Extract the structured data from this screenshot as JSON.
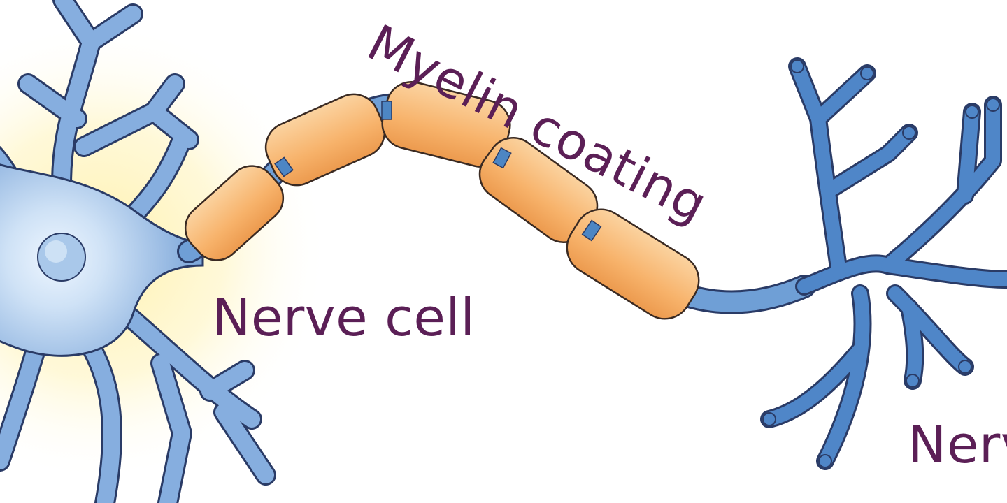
{
  "labels": {
    "myelin": "Myelin coating",
    "cell_left": "Nerve cell",
    "cell_right": "Nerv"
  },
  "colors": {
    "label_text": "#5b1f56",
    "neuron_fill": "#7fa8da",
    "neuron_stroke": "#2a3b66",
    "neuron_light": "#e7f1fb",
    "nucleus": "#a9c8ea",
    "myelin_fill": "#f7b26a",
    "myelin_light": "#fbd3a0",
    "myelin_stroke": "#3a2a22",
    "node_ranvier": "#4d86c4",
    "halo": "#fff0a8"
  }
}
